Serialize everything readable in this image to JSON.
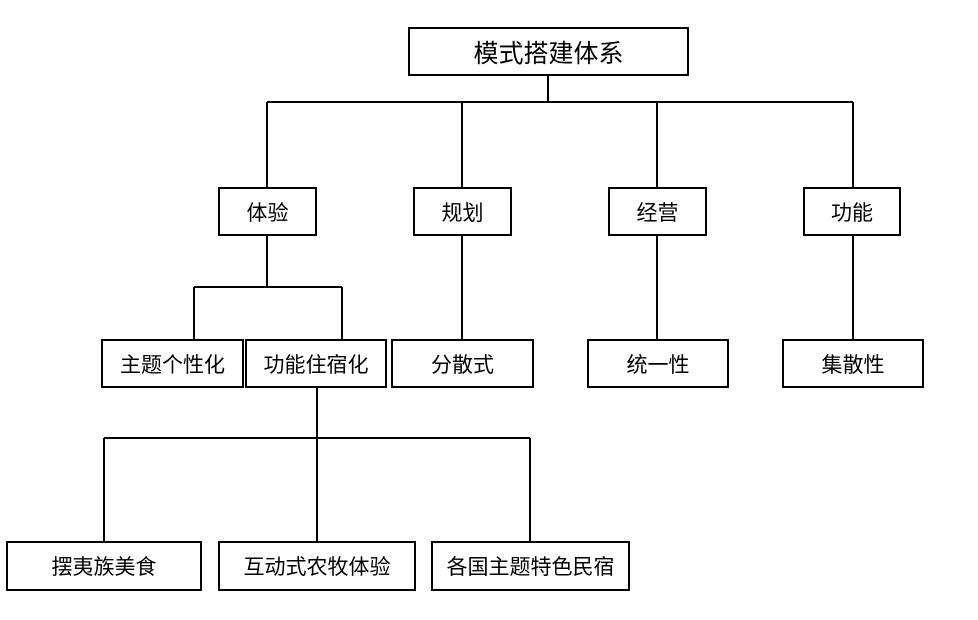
{
  "root": {
    "label": "模式搭建体系"
  },
  "level1": {
    "experience": "体验",
    "planning": "规划",
    "operation": "经营",
    "function": "功能"
  },
  "level2": {
    "theme_personalization": "主题个性化",
    "functional_lodging": "功能住宿化",
    "dispersed": "分散式",
    "unified": "统一性",
    "concentrated_dispersed": "集散性"
  },
  "level3": {
    "yi_cuisine": "摆夷族美食",
    "interactive_farming": "互动式农牧体验",
    "international_themed_homestay": "各国主题特色民宿"
  }
}
